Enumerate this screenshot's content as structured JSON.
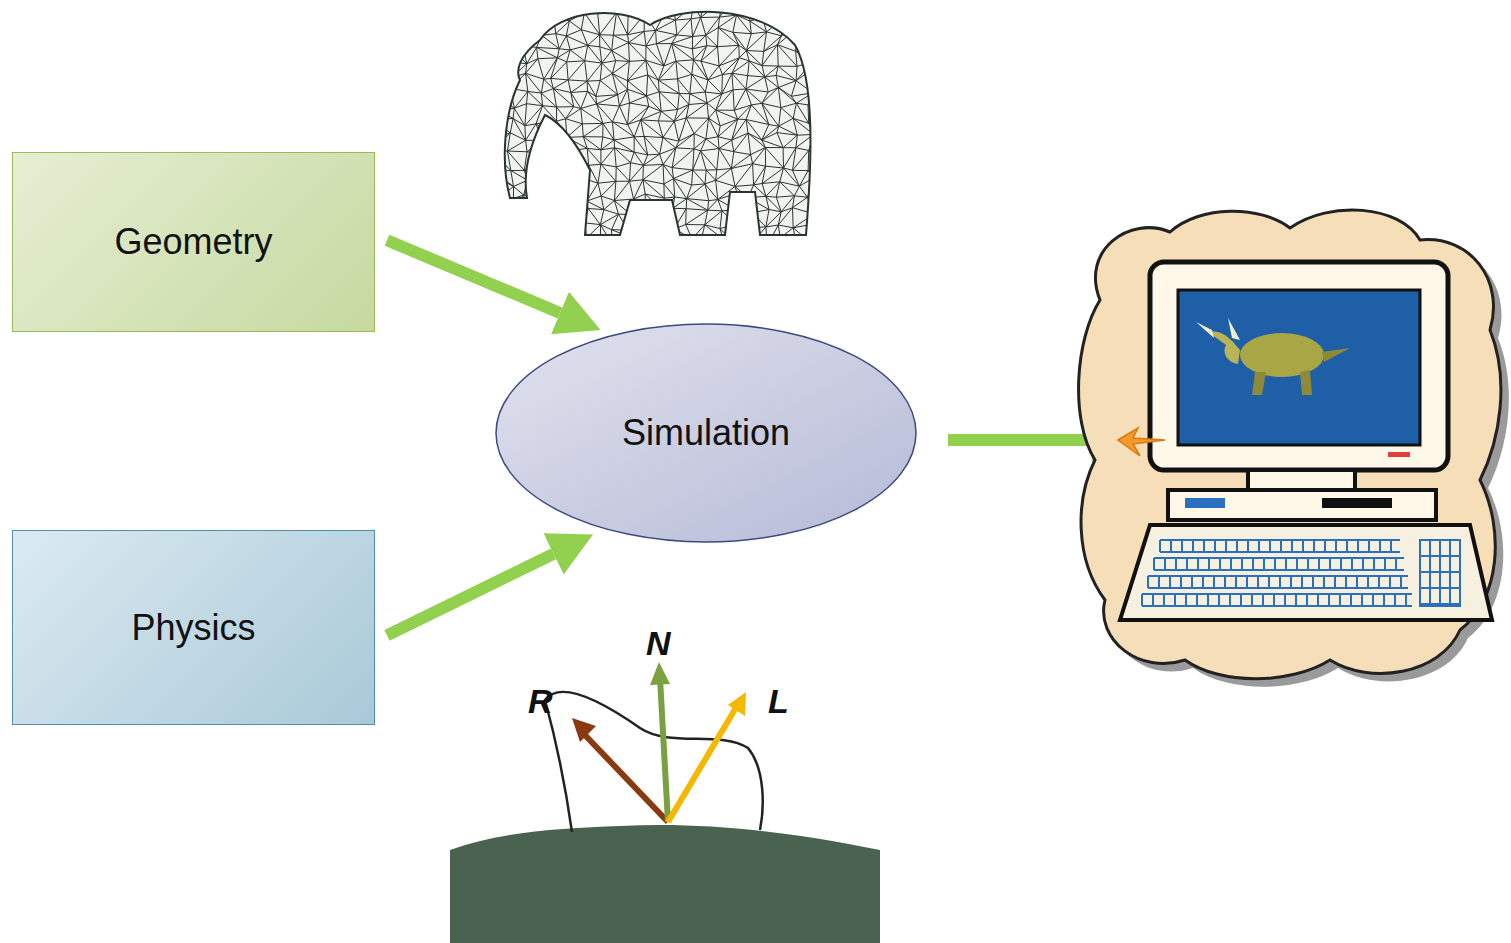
{
  "diagram": {
    "nodes": [
      {
        "text": [
          "Geometry"
        ]
      },
      {
        "text": [
          "Physics"
        ]
      },
      {
        "text": [
          "Simulation"
        ]
      }
    ],
    "edges": [
      {
        "from": 0,
        "to": 2,
        "arrow": "to"
      },
      {
        "from": 1,
        "to": 2,
        "arrow": "to"
      }
    ],
    "labels": [
      "R",
      "N",
      "L"
    ]
  }
}
